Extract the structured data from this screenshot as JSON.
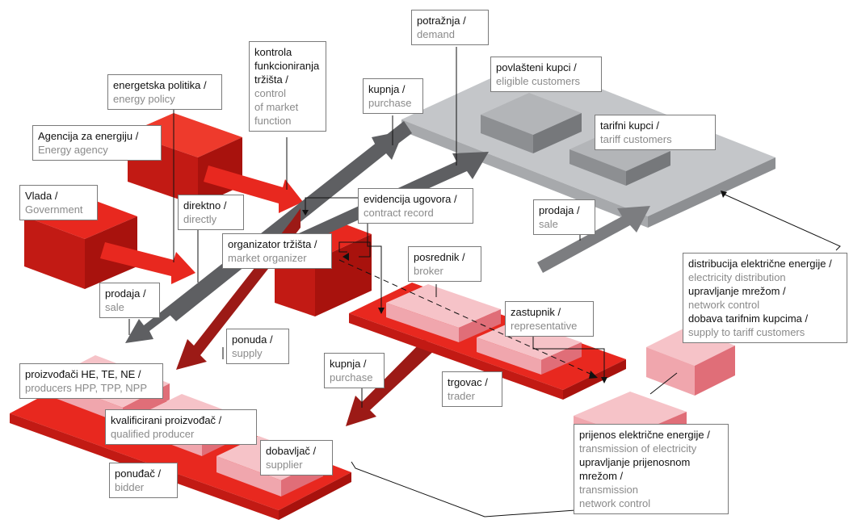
{
  "colors": {
    "red_top": "#e8281f",
    "red_side": "#c21a14",
    "red_front": "#a8120d",
    "pink_top": "#f6c3c8",
    "pink_side": "#ee8a92",
    "grey_top": "#c4c6c9",
    "grey_side": "#8d8f92",
    "dark_arrow": "#5e5f62",
    "maroon_arrow": "#9c1a16",
    "label_dark": "#111111",
    "label_grey": "#8a8a8a"
  },
  "labels": {
    "energy_policy": {
      "hr": "energetska politika /",
      "en": "energy policy"
    },
    "energy_agency": {
      "hr": "Agencija za energiju /",
      "en": "Energy agency"
    },
    "government": {
      "hr": "Vlada /",
      "en": "Government"
    },
    "market_control": {
      "hr1": "kontrola",
      "hr2": "funkcioniranja",
      "hr3": "tržišta /",
      "en1": "control",
      "en2": "of market",
      "en3": "function"
    },
    "purchase_top": {
      "hr": "kupnja /",
      "en": "purchase"
    },
    "demand": {
      "hr": "potražnja /",
      "en": "demand"
    },
    "eligible_customers": {
      "hr": "povlašteni kupci /",
      "en": "eligible customers"
    },
    "tariff_customers": {
      "hr": "tarifni kupci /",
      "en": "tariff customers"
    },
    "contract_record": {
      "hr": "evidencija ugovora /",
      "en": "contract record"
    },
    "directly": {
      "hr": "direktno /",
      "en": "directly"
    },
    "sale_right": {
      "hr": "prodaja /",
      "en": "sale"
    },
    "market_organizer": {
      "hr": "organizator tržišta /",
      "en": "market organizer"
    },
    "broker": {
      "hr": "posrednik /",
      "en": "broker"
    },
    "sale_left": {
      "hr": "prodaja /",
      "en": "sale"
    },
    "representative": {
      "hr": "zastupnik /",
      "en": "representative"
    },
    "supply": {
      "hr": "ponuda /",
      "en": "supply"
    },
    "distribution": {
      "l1": "distribucija električne energije /",
      "l2": "electricity distribution",
      "l3": "upravljanje mrežom /",
      "l4": "network control",
      "l5": "dobava tarifnim kupcima /",
      "l6": "supply to tariff customers"
    },
    "purchase_bottom": {
      "hr": "kupnja /",
      "en": "purchase"
    },
    "trader": {
      "hr": "trgovac /",
      "en": "trader"
    },
    "producers": {
      "hr": "proizvođači HE, TE, NE /",
      "en": "producers HPP, TPP, NPP"
    },
    "qualified_producer": {
      "hr": "kvalificirani proizvođač /",
      "en": "qualified producer"
    },
    "supplier": {
      "hr": "dobavljač /",
      "en": "supplier"
    },
    "bidder": {
      "hr": "ponuđač /",
      "en": "bidder"
    },
    "transmission": {
      "l1": "prijenos električne energije /",
      "l2": "transmission of electricity",
      "l3": "upravljanje prijenosnom",
      "l4": "mrežom /",
      "l5": "transmission",
      "l6": "network control"
    }
  }
}
